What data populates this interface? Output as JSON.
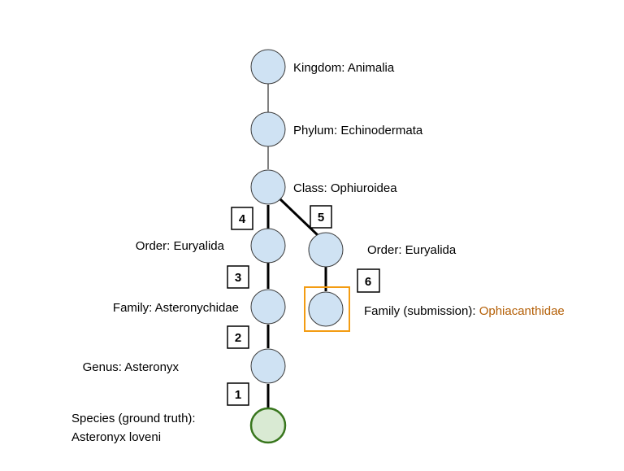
{
  "colors": {
    "node_fill": "#cfe2f3",
    "node_stroke": "#3c3c3c",
    "ground_truth_fill": "#d9ead3",
    "ground_truth_stroke": "#38761d",
    "ground_truth_text": "#38761d",
    "submission_text": "#b45f06",
    "submission_box": "#f39c12",
    "edge": "#000000"
  },
  "nodes": {
    "kingdom": "Kingdom: Animalia",
    "phylum": "Phylum: Echinodermata",
    "class": "Class: Ophiuroidea",
    "order_left": "Order: Euryalida",
    "order_right": "Order: Euryalida",
    "family_left": "Family: Asteronychidae",
    "family_right_prefix": "Family (submission): ",
    "family_right_value": "Ophiacanthidae",
    "genus": "Genus: Asteronyx",
    "species_prefix": "Species (ground truth):",
    "species_value": "Asteronyx loveni"
  },
  "steps": [
    "1",
    "2",
    "3",
    "4",
    "5",
    "6"
  ]
}
